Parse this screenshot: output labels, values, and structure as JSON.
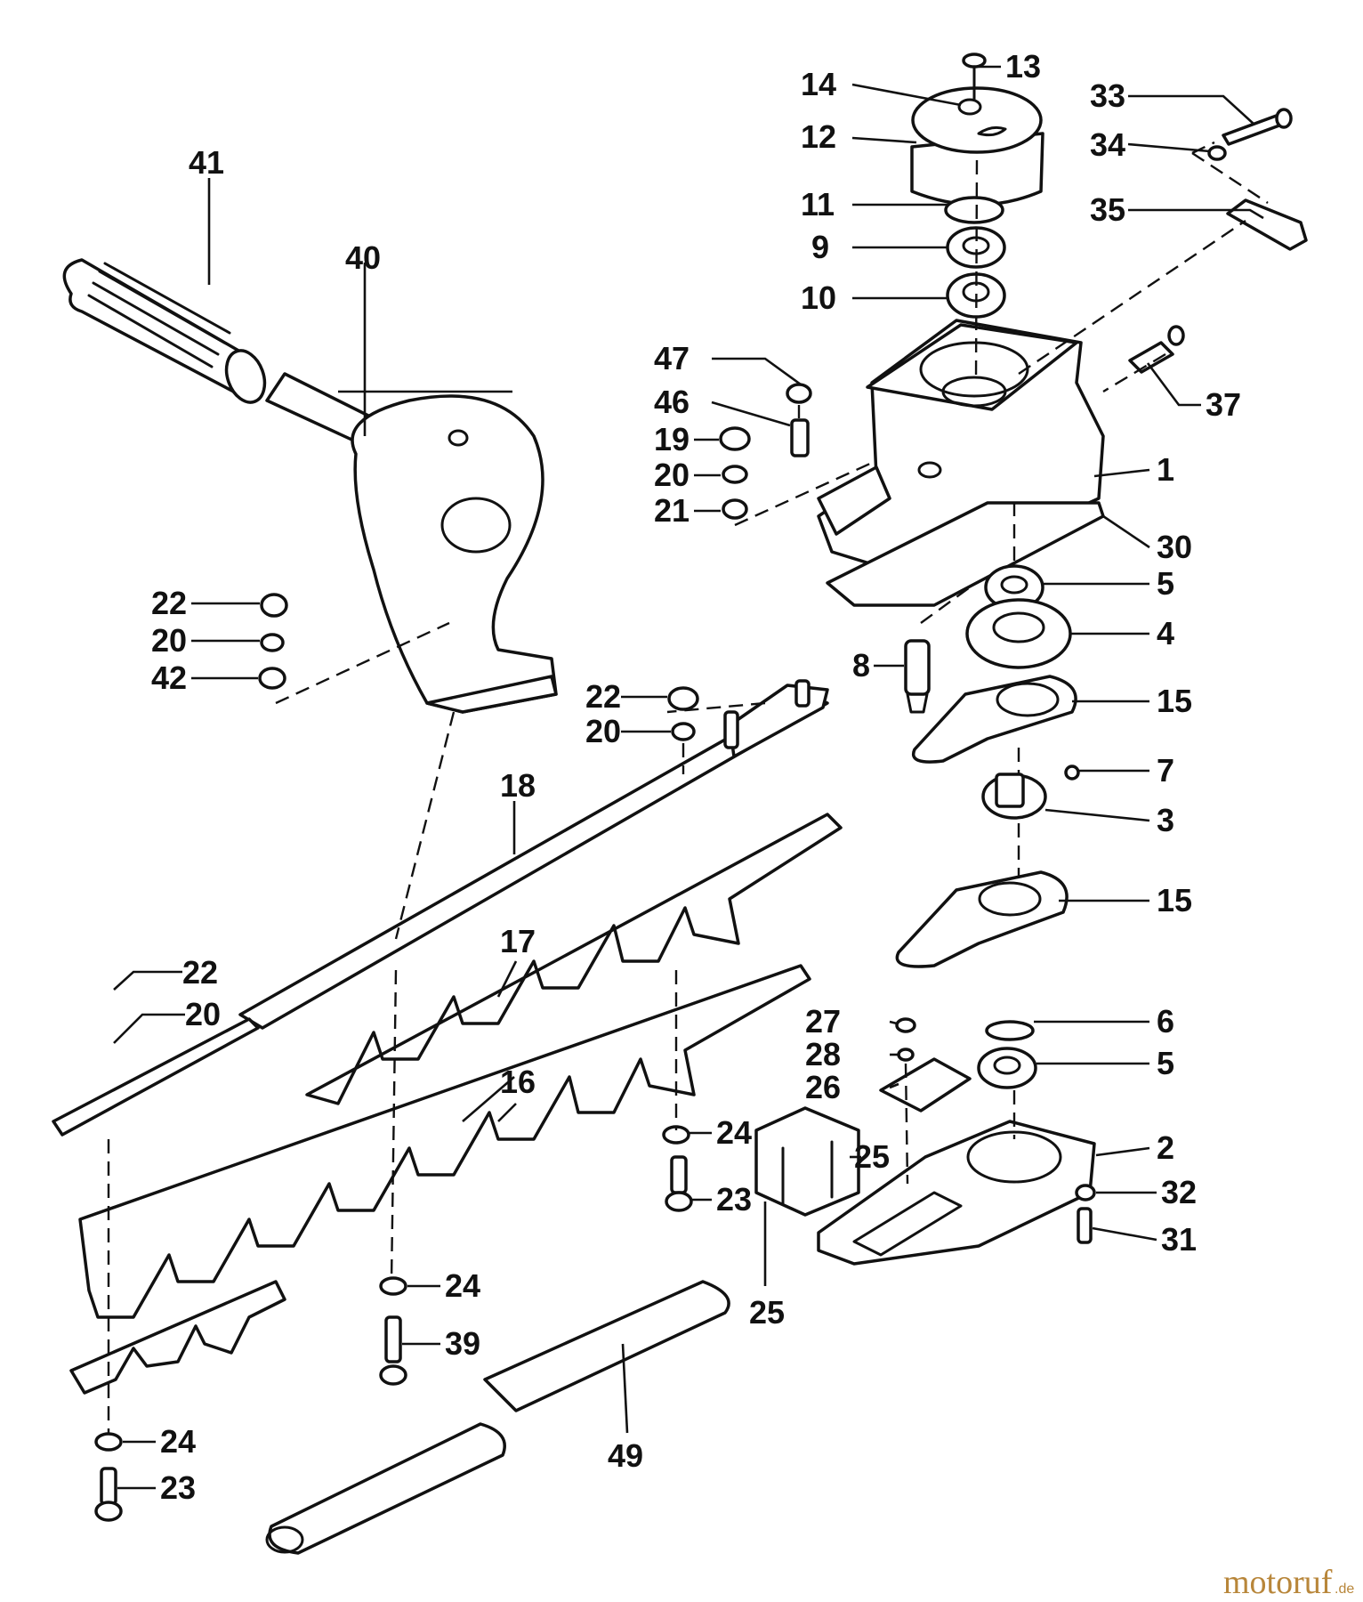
{
  "labels": {
    "p1": "1",
    "p2": "2",
    "p3": "3",
    "p4": "4",
    "p5a": "5",
    "p5b": "5",
    "p6": "6",
    "p7": "7",
    "p8": "8",
    "p9": "9",
    "p10": "10",
    "p11": "11",
    "p12": "12",
    "p13": "13",
    "p14": "14",
    "p15a": "15",
    "p15b": "15",
    "p16": "16",
    "p17": "17",
    "p18": "18",
    "p19": "19",
    "p20a": "20",
    "p20b": "20",
    "p20c": "20",
    "p20d": "20",
    "p21": "21",
    "p22a": "22",
    "p22b": "22",
    "p22c": "22",
    "p23a": "23",
    "p23b": "23",
    "p24a": "24",
    "p24b": "24",
    "p24c": "24",
    "p25a": "25",
    "p25b": "25",
    "p26": "26",
    "p27": "27",
    "p28": "28",
    "p30": "30",
    "p31": "31",
    "p32": "32",
    "p33": "33",
    "p34": "34",
    "p35": "35",
    "p37": "37",
    "p39": "39",
    "p40": "40",
    "p41": "41",
    "p42": "42",
    "p46": "46",
    "p47": "47",
    "p49": "49"
  },
  "watermark": {
    "brand": "motoruf",
    "suffix": ".de"
  },
  "colors": {
    "ink": "#111111",
    "background": "#ffffff",
    "watermark": "#b8863a"
  }
}
